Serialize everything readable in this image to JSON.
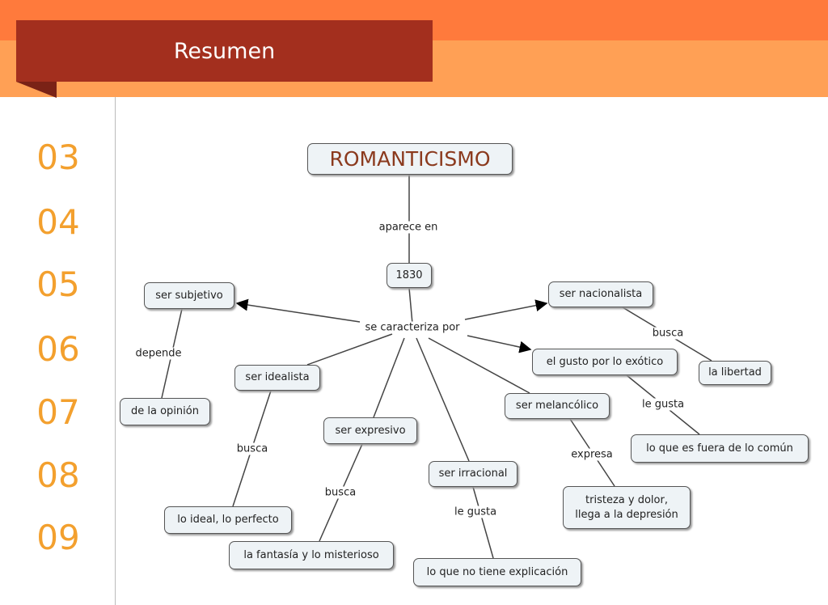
{
  "header": {
    "title": "Resumen"
  },
  "page_numbers": [
    "03",
    "04",
    "05",
    "06",
    "07",
    "08",
    "09"
  ],
  "map": {
    "root": "ROMANTICISMO",
    "aparece_en": "aparece en",
    "year": "1830",
    "se_caracteriza_por": "se caracteriza por",
    "ser_subjetivo": "ser subjetivo",
    "depende": "depende",
    "de_la_opinion": "de la opinión",
    "ser_nacionalista": "ser nacionalista",
    "busca_1": "busca",
    "la_libertad": "la libertad",
    "gusto_exotico": "el gusto por lo exótico",
    "le_gusta_1": "le gusta",
    "fuera_comun": "lo que es fuera de lo común",
    "ser_idealista": "ser idealista",
    "busca_2": "busca",
    "lo_ideal": "lo ideal, lo perfecto",
    "ser_expresivo": "ser expresivo",
    "busca_3": "busca",
    "fantasia": "la fantasía y lo misterioso",
    "ser_melancolico": "ser melancólico",
    "expresa": "expresa",
    "tristeza_1": "tristeza y dolor,",
    "tristeza_2": "llega a la depresión",
    "ser_irracional": "ser irracional",
    "le_gusta_2": "le gusta",
    "sin_explicacion": "lo que no tiene explicación"
  }
}
